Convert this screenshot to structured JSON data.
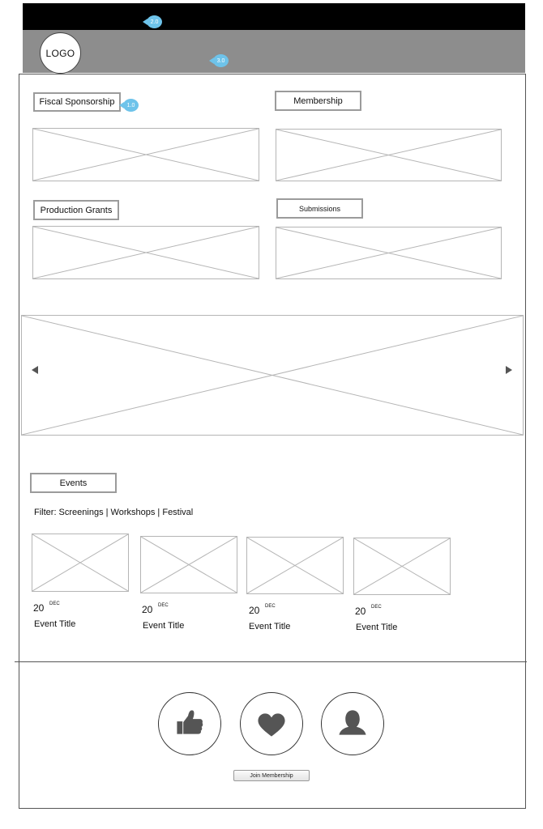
{
  "header": {
    "logo_text": "LOGO",
    "annotation_top": "2.0",
    "annotation_nav": "3.0"
  },
  "sections": {
    "fiscal_sponsorship": "Fiscal Sponsorship",
    "fiscal_annotation": "1.0",
    "membership": "Membership",
    "production_grants": "Production Grants",
    "submissions": "Submissions"
  },
  "events": {
    "heading": "Events",
    "filter_text": "Filter:  Screenings | Workshops | Festival",
    "items": [
      {
        "day": "20",
        "month": "DEC",
        "title": "Event Title"
      },
      {
        "day": "20",
        "month": "DEC",
        "title": "Event Title"
      },
      {
        "day": "20",
        "month": "DEC",
        "title": "Event Title"
      },
      {
        "day": "20",
        "month": "DEC",
        "title": "Event Title"
      }
    ]
  },
  "footer": {
    "icons": [
      "thumbs-up-icon",
      "heart-icon",
      "person-icon"
    ],
    "join_button": "Join  Membership"
  },
  "colors": {
    "header_black": "#000000",
    "header_grey": "#8d8d8d",
    "annotation_blue": "#6ec3ea"
  }
}
